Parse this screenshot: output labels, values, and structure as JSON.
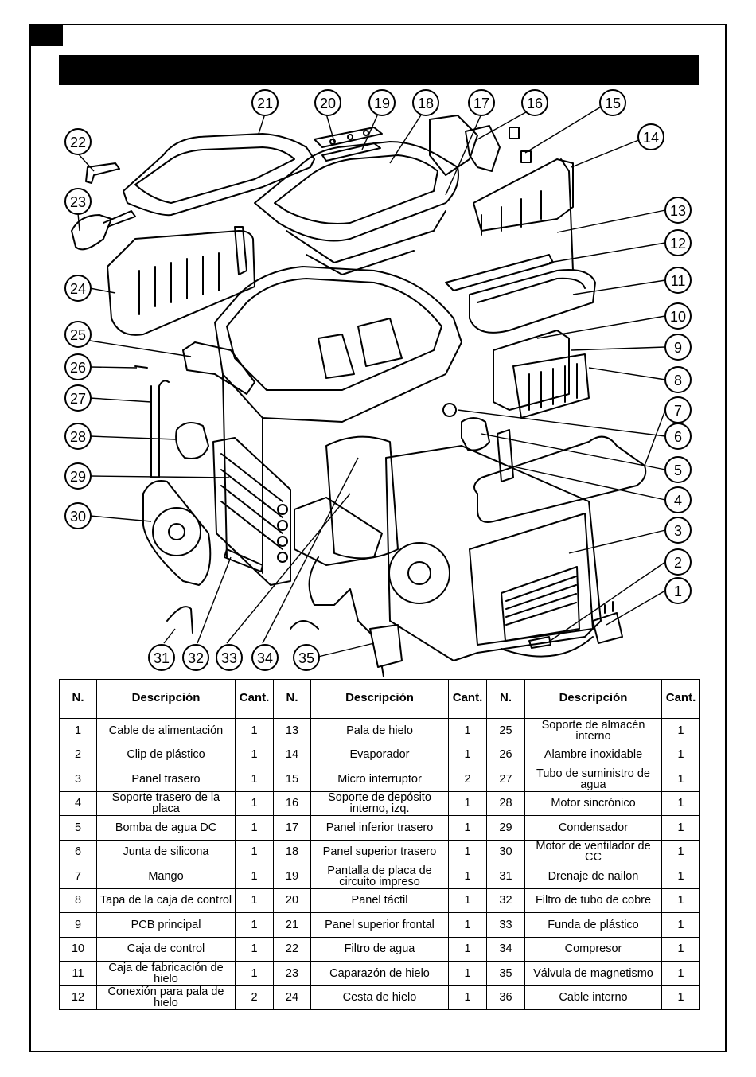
{
  "callouts": [
    "1",
    "2",
    "3",
    "4",
    "5",
    "6",
    "7",
    "8",
    "9",
    "10",
    "11",
    "12",
    "13",
    "14",
    "15",
    "16",
    "17",
    "18",
    "19",
    "20",
    "21",
    "22",
    "23",
    "24",
    "25",
    "26",
    "27",
    "28",
    "29",
    "30",
    "31",
    "32",
    "33",
    "34",
    "35"
  ],
  "table": {
    "headers": [
      "N.",
      "Descripción",
      "Cant.",
      "N.",
      "Descripción",
      "Cant.",
      "N.",
      "Descripción",
      "Cant."
    ],
    "rows": [
      [
        [
          "1",
          "Cable de alimentación",
          "1"
        ],
        [
          "13",
          "Pala de hielo",
          "1"
        ],
        [
          "25",
          "Soporte de almacén interno",
          "1"
        ]
      ],
      [
        [
          "2",
          "Clip de plástico",
          "1"
        ],
        [
          "14",
          "Evaporador",
          "1"
        ],
        [
          "26",
          "Alambre inoxidable",
          "1"
        ]
      ],
      [
        [
          "3",
          "Panel trasero",
          "1"
        ],
        [
          "15",
          "Micro interruptor",
          "2"
        ],
        [
          "27",
          "Tubo de suministro de agua",
          "1"
        ]
      ],
      [
        [
          "4",
          "Soporte trasero de la placa",
          "1"
        ],
        [
          "16",
          "Soporte de depósito interno, izq.",
          "1"
        ],
        [
          "28",
          "Motor sincrónico",
          "1"
        ]
      ],
      [
        [
          "5",
          "Bomba de agua DC",
          "1"
        ],
        [
          "17",
          "Panel inferior trasero",
          "1"
        ],
        [
          "29",
          "Condensador",
          "1"
        ]
      ],
      [
        [
          "6",
          "Junta de silicona",
          "1"
        ],
        [
          "18",
          "Panel superior trasero",
          "1"
        ],
        [
          "30",
          "Motor de ventilador de CC",
          "1"
        ]
      ],
      [
        [
          "7",
          "Mango",
          "1"
        ],
        [
          "19",
          "Pantalla de placa de circuito impreso",
          "1"
        ],
        [
          "31",
          "Drenaje de nailon",
          "1"
        ]
      ],
      [
        [
          "8",
          "Tapa de la caja de control",
          "1"
        ],
        [
          "20",
          "Panel táctil",
          "1"
        ],
        [
          "32",
          "Filtro de tubo de cobre",
          "1"
        ]
      ],
      [
        [
          "9",
          "PCB principal",
          "1"
        ],
        [
          "21",
          "Panel superior frontal",
          "1"
        ],
        [
          "33",
          "Funda de plástico",
          "1"
        ]
      ],
      [
        [
          "10",
          "Caja de control",
          "1"
        ],
        [
          "22",
          "Filtro de agua",
          "1"
        ],
        [
          "34",
          "Compresor",
          "1"
        ]
      ],
      [
        [
          "11",
          "Caja de fabricación de hielo",
          "1"
        ],
        [
          "23",
          "Caparazón de hielo",
          "1"
        ],
        [
          "35",
          "Válvula de magnetismo",
          "1"
        ]
      ],
      [
        [
          "12",
          "Conexión para pala de hielo",
          "2"
        ],
        [
          "24",
          "Cesta de hielo",
          "1"
        ],
        [
          "36",
          "Cable interno",
          "1"
        ]
      ]
    ]
  }
}
